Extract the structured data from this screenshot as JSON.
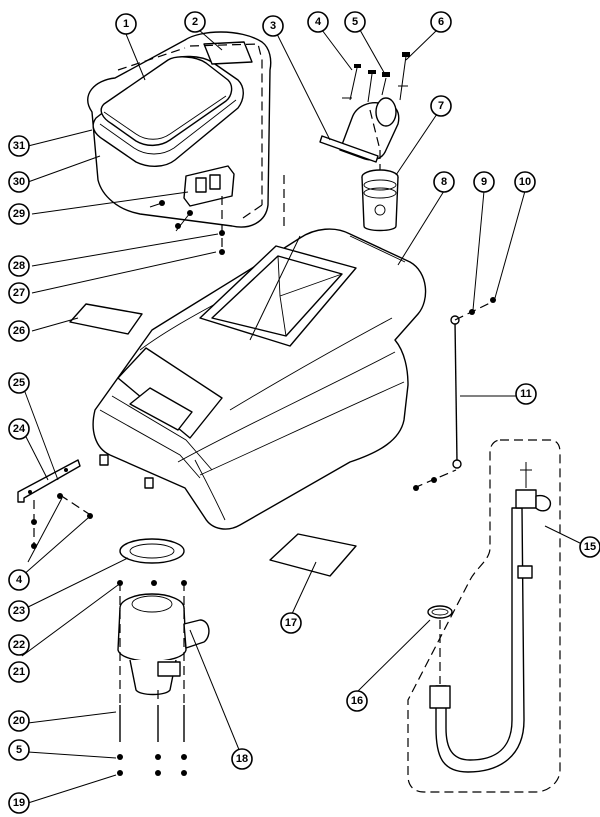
{
  "callouts": {
    "c1": "1",
    "c2": "2",
    "c3": "3",
    "c4a": "4",
    "c5a": "5",
    "c6": "6",
    "c7": "7",
    "c8": "8",
    "c9": "9",
    "c10": "10",
    "c11": "11",
    "c15": "15",
    "c16": "16",
    "c17": "17",
    "c18": "18",
    "c19": "19",
    "c20": "20",
    "c5b": "5",
    "c21": "21",
    "c22": "22",
    "c23": "23",
    "c4b": "4",
    "c24": "24",
    "c25": "25",
    "c26": "26",
    "c27": "27",
    "c28": "28",
    "c29": "29",
    "c30": "30",
    "c31": "31"
  },
  "colors": {
    "line": "#000000",
    "background": "#ffffff"
  }
}
